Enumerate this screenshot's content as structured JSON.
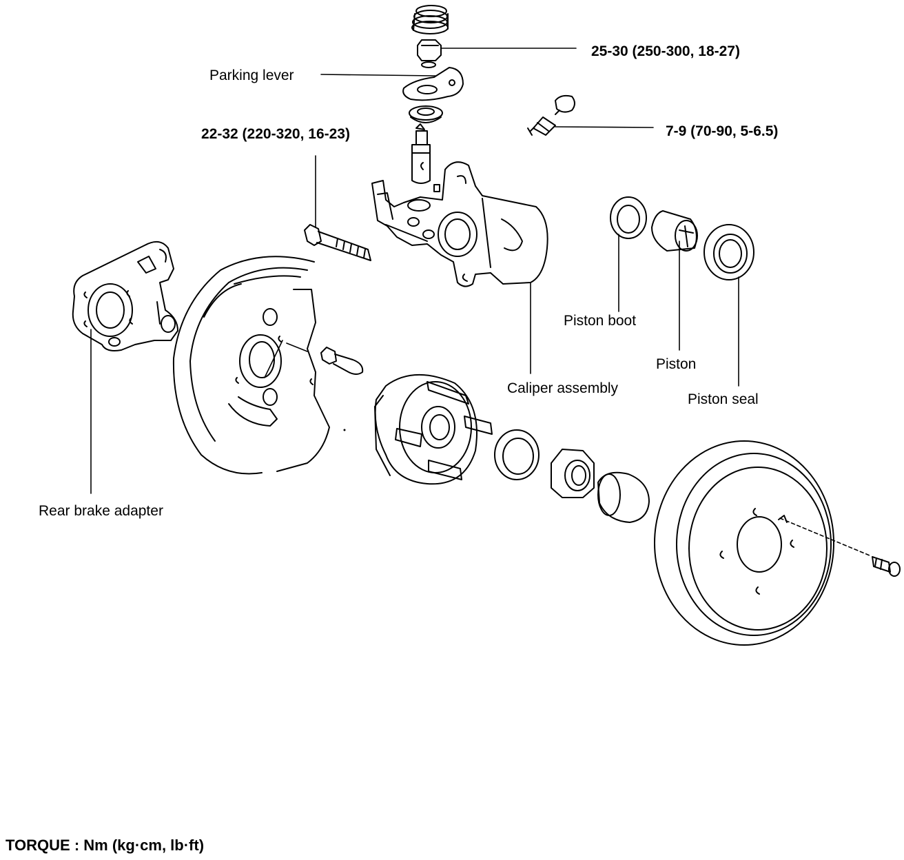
{
  "labels": {
    "torque_top": "25-30 (250-300, 18-27)",
    "parking_lever": "Parking lever",
    "torque_left": "22-32 (220-320, 16-23)",
    "torque_right": "7-9 (70-90, 5-6.5)",
    "piston_boot": "Piston boot",
    "piston": "Piston",
    "piston_seal": "Piston seal",
    "caliper_assembly": "Caliper assembly",
    "rear_brake_adapter": "Rear brake adapter"
  },
  "footer": {
    "torque_units": "TORQUE : Nm (kg·cm, lb·ft)"
  }
}
